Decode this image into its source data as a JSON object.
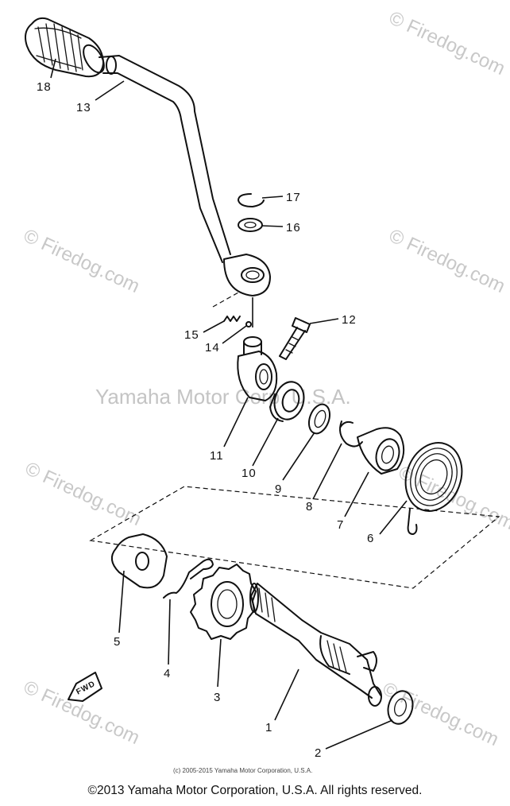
{
  "watermarks": {
    "top_right": "© Firedog.com",
    "mid_left": "© Firedog.com",
    "mid_right": "© Firedog.com",
    "lower_left": "© Firedog.com",
    "lower_right": "© Firedog.com",
    "bottom_left": "© Firedog.com",
    "bottom_right": "© Firedog.com",
    "center": "Yamaha Motor Corp. U.S.A."
  },
  "callouts": {
    "p1": "1",
    "p2": "2",
    "p3": "3",
    "p4": "4",
    "p5": "5",
    "p6": "6",
    "p7": "7",
    "p8": "8",
    "p9": "9",
    "p10": "10",
    "p11": "11",
    "p12": "12",
    "p13": "13",
    "p14": "14",
    "p15": "15",
    "p16": "16",
    "p17": "17",
    "p18": "18"
  },
  "fwd_label": "FWD",
  "small_credit": "(c) 2005-2015 Yamaha Motor Corporation, U.S.A.",
  "copyright": "©2013 Yamaha Motor Corporation, U.S.A. All rights reserved.",
  "colors": {
    "ink": "#111111",
    "watermark": "#c8c8c8",
    "background": "#ffffff"
  }
}
